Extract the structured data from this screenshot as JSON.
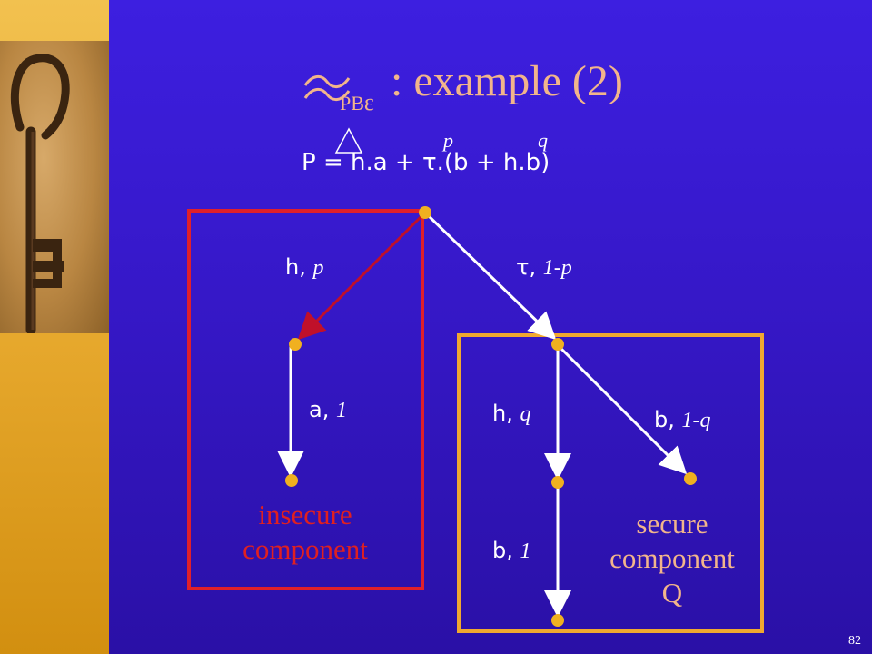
{
  "title": {
    "main": ": example (2)",
    "subscript": "PB"
  },
  "formula": {
    "text": "P = h.a + τ.(b + h.b)",
    "prob_p": "p",
    "prob_q": "q"
  },
  "edges": {
    "h_p": {
      "action": "h, ",
      "prob": "p"
    },
    "tau": {
      "action": "τ, ",
      "prob": "1-p"
    },
    "a_1": {
      "action": "a, ",
      "prob": "1"
    },
    "h_q": {
      "action": "h, ",
      "prob": "q"
    },
    "b_1mq": {
      "action": "b, ",
      "prob": "1-q"
    },
    "b_1": {
      "action": "b, ",
      "prob": "1"
    }
  },
  "components": {
    "insecure": "insecure\ncomponent",
    "secure": "secure\ncomponent\nQ"
  },
  "page_number": "82",
  "colors": {
    "insecure_box": "#e0202a",
    "secure_box": "#f0a830",
    "node": "#f0b020",
    "edge": "#ffffff",
    "edge_highlight": "#c0102a",
    "title": "#f2b58b"
  }
}
